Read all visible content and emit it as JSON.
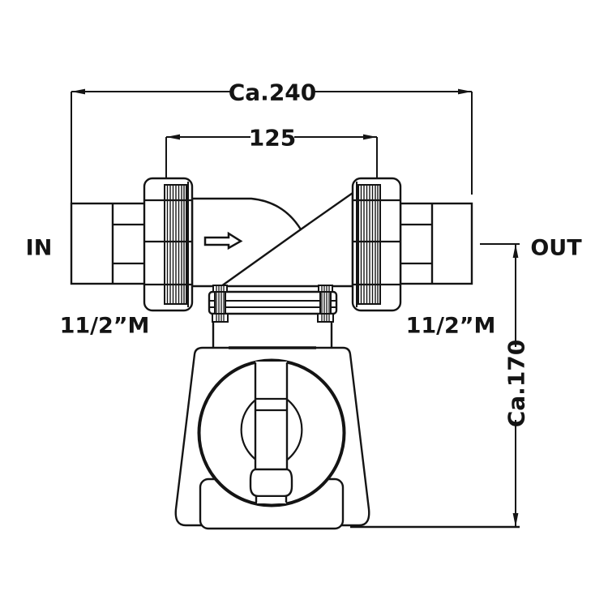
{
  "page": {
    "background_color": "#ffffff",
    "line_color": "#141414"
  },
  "drawing": {
    "dimensions": {
      "total_width": {
        "label": "Ca.240"
      },
      "union_distance": {
        "label": "125"
      },
      "total_height": {
        "label": "Ca.170"
      }
    },
    "ports": {
      "inlet_label": "IN",
      "outlet_label": "OUT",
      "inlet_thread": "11/2”M",
      "outlet_thread": "11/2”M"
    }
  }
}
